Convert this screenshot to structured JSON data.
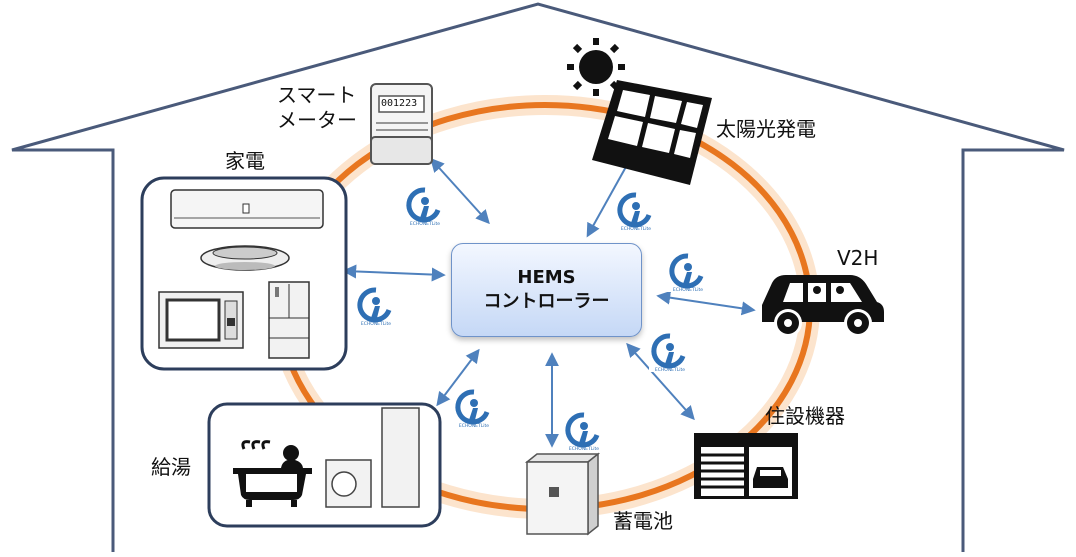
{
  "labels": {
    "smart_meter_line1": "スマート",
    "smart_meter_line2": "メーター",
    "smart_meter_display": "001223",
    "appliances": "家電",
    "solar": "太陽光発電",
    "v2h": "V2H",
    "housing_equipment": "住設機器",
    "hot_water": "給湯",
    "storage_battery": "蓄電池"
  },
  "hems": {
    "line1": "HEMS",
    "line2": "コントローラー"
  },
  "echonet_logo_text": "ECHONETLite",
  "colors": {
    "ring": "#e8761f",
    "arrow": "#4f81bd",
    "house": "#4a5a7a",
    "hems_border": "#6f93c9",
    "logo_blue": "#2e6fb4"
  }
}
